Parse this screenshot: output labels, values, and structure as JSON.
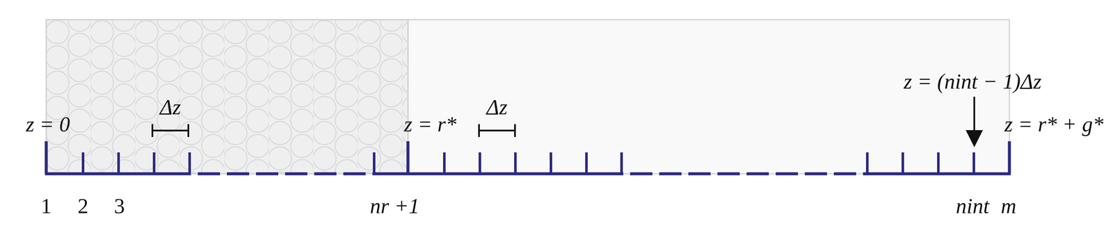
{
  "diagram": {
    "labels": [
      "z = 0",
      "Δz",
      "z = r*",
      "Δz",
      "z = (nint − 1)Δz",
      "z = r* + g*",
      "1",
      "2",
      "3",
      "nr +1",
      "nint",
      "m"
    ]
  }
}
